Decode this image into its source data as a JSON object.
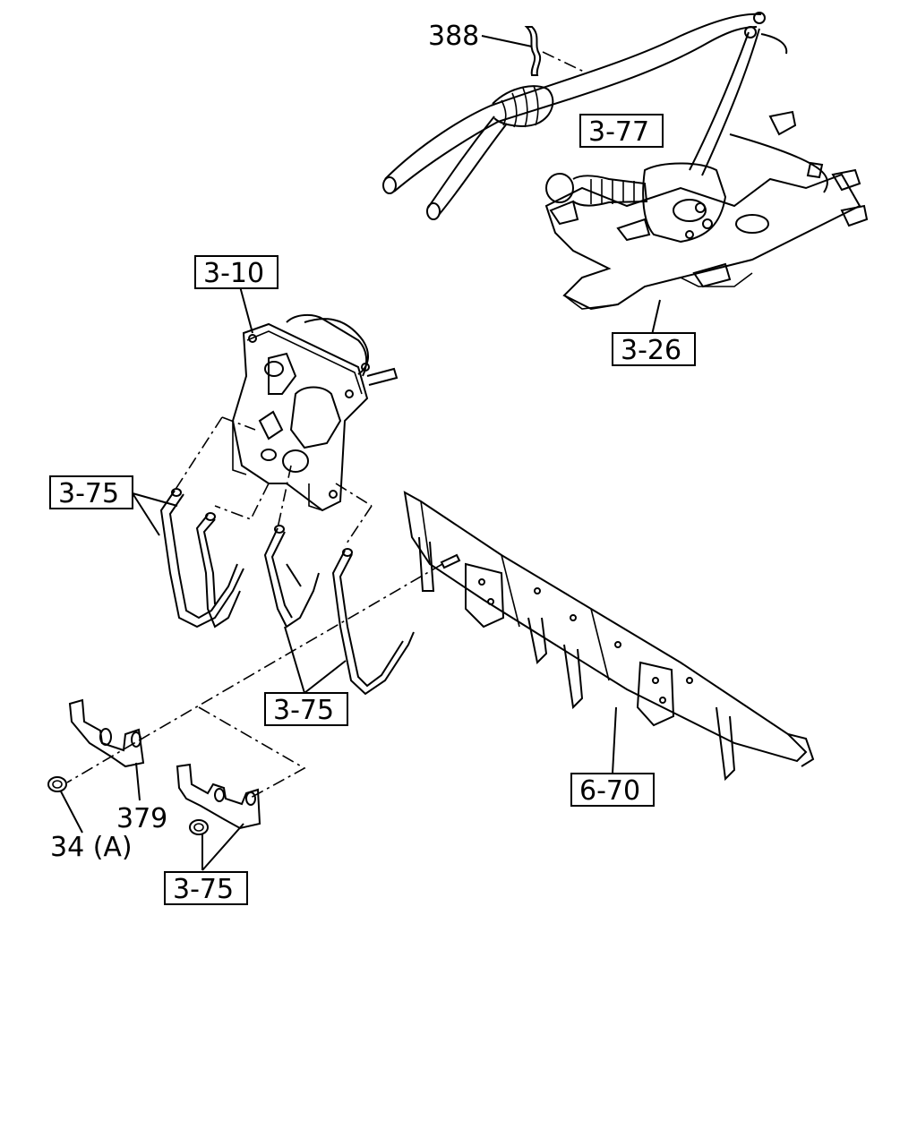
{
  "callouts": {
    "c388": "388",
    "c3_77": "3-77",
    "c3_10": "3-10",
    "c3_26": "3-26",
    "c3_75_a": "3-75",
    "c3_75_b": "3-75",
    "c3_75_c": "3-75",
    "c6_70": "6-70",
    "c379": "379",
    "c34a": "34 (A)"
  }
}
